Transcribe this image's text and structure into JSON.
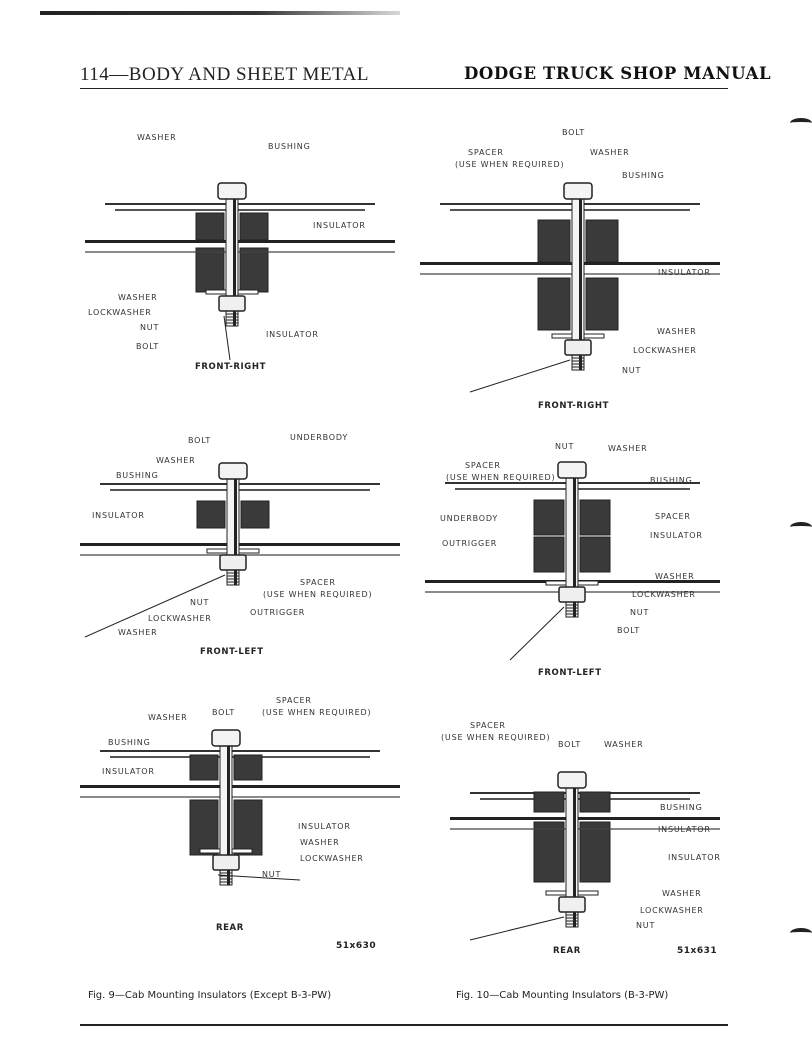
{
  "header": {
    "left": "114—BODY AND SHEET METAL",
    "right": "DODGE TRUCK SHOP MANUAL"
  },
  "panels": [
    {
      "caption": "FRONT-RIGHT",
      "labels": [
        "WASHER",
        "BUSHING",
        "INSULATOR",
        "WASHER",
        "LOCKWASHER",
        "NUT",
        "BOLT",
        "INSULATOR"
      ]
    },
    {
      "caption": "FRONT-RIGHT",
      "labels": [
        "BOLT",
        "SPACER",
        "(USE WHEN REQUIRED)",
        "WASHER",
        "BUSHING",
        "INSULATOR",
        "WASHER",
        "LOCKWASHER",
        "NUT"
      ]
    },
    {
      "caption": "FRONT-LEFT",
      "labels": [
        "BOLT",
        "UNDERBODY",
        "WASHER",
        "BUSHING",
        "INSULATOR",
        "SPACER",
        "(USE WHEN REQUIRED)",
        "NUT",
        "OUTRIGGER",
        "LOCKWASHER",
        "WASHER"
      ]
    },
    {
      "caption": "FRONT-LEFT",
      "labels": [
        "NUT",
        "WASHER",
        "SPACER",
        "(USE WHEN REQUIRED)",
        "BUSHING",
        "UNDERBODY",
        "SPACER",
        "OUTRIGGER",
        "INSULATOR",
        "WASHER",
        "LOCKWASHER",
        "NUT",
        "BOLT"
      ]
    },
    {
      "caption": "REAR",
      "code": "51x630",
      "labels": [
        "SPACER",
        "(USE WHEN REQUIRED)",
        "WASHER",
        "BOLT",
        "BUSHING",
        "INSULATOR",
        "INSULATOR",
        "WASHER",
        "LOCKWASHER",
        "NUT"
      ]
    },
    {
      "caption": "REAR",
      "code": "51x631",
      "labels": [
        "SPACER",
        "(USE WHEN REQUIRED)",
        "BOLT",
        "WASHER",
        "BUSHING",
        "INSULATOR",
        "INSULATOR",
        "WASHER",
        "LOCKWASHER",
        "NUT"
      ]
    }
  ],
  "figures": [
    "Fig. 9—Cab Mounting Insulators (Except B-3-PW)",
    "Fig. 10—Cab Mounting Insulators (B-3-PW)"
  ]
}
